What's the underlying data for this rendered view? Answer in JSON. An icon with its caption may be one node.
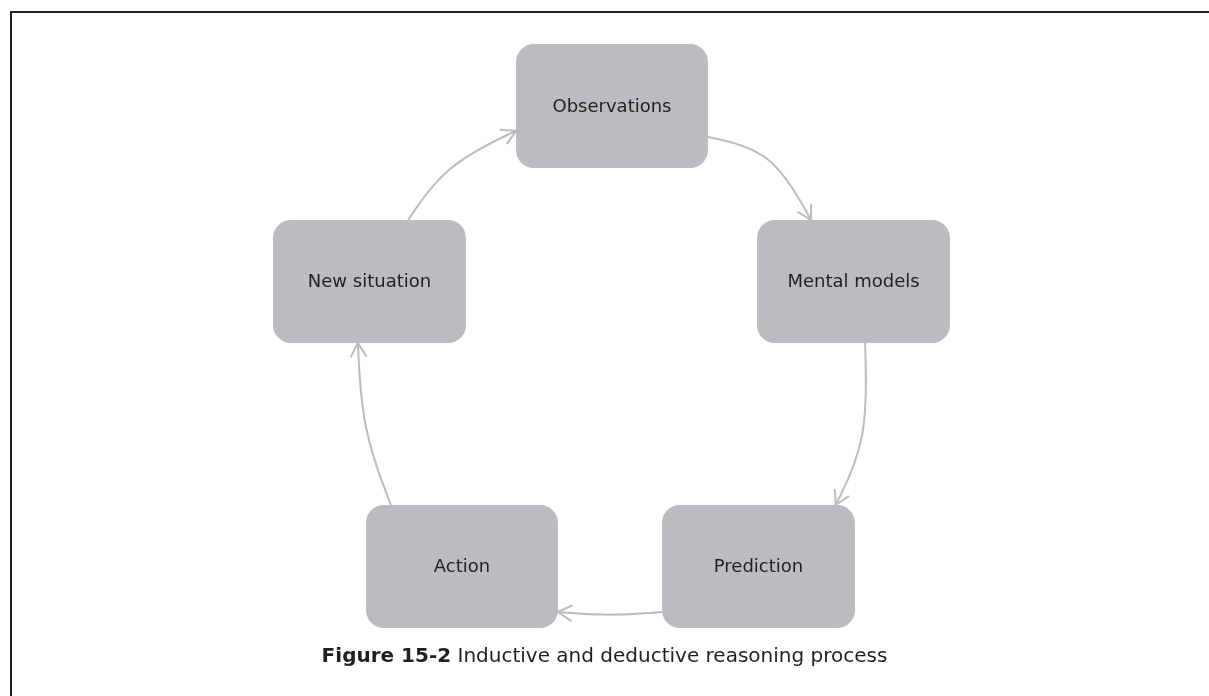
{
  "diagram": {
    "caption": "**Figure 15-2**  Inductive and deductive reasoning process",
    "nodes": [
      {
        "text": [
          "Observations"
        ]
      },
      {
        "text": [
          "New situation"
        ]
      },
      {
        "text": [
          "Mental models"
        ]
      },
      {
        "text": [
          "Action"
        ]
      },
      {
        "text": [
          "Prediction"
        ]
      }
    ],
    "edges": [
      {
        "from": 0,
        "to": 2,
        "arrow": "to"
      },
      {
        "from": 2,
        "to": 4,
        "arrow": "to"
      },
      {
        "from": 4,
        "to": 3,
        "arrow": "to"
      },
      {
        "from": 3,
        "to": 1,
        "arrow": "to"
      },
      {
        "from": 1,
        "to": 0,
        "arrow": "to"
      }
    ]
  }
}
